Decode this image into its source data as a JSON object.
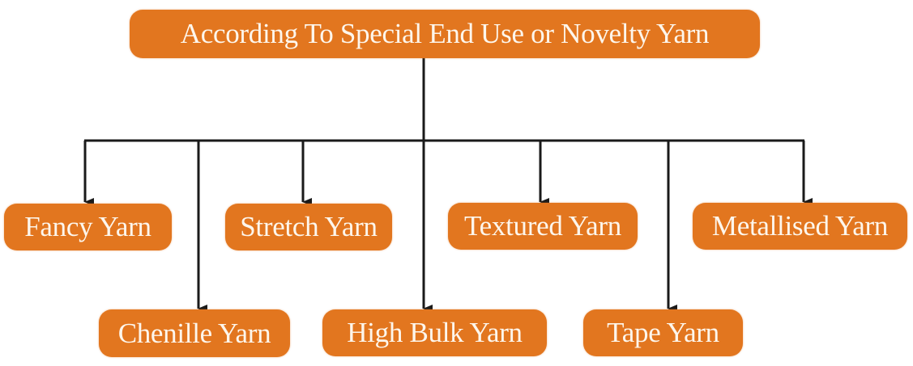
{
  "diagram": {
    "root": {
      "label": "According To Special End Use or Novelty Yarn"
    },
    "children": [
      {
        "label": "Fancy Yarn"
      },
      {
        "label": "Chenille Yarn"
      },
      {
        "label": "Stretch Yarn"
      },
      {
        "label": "High Bulk Yarn"
      },
      {
        "label": "Textured Yarn"
      },
      {
        "label": "Tape Yarn"
      },
      {
        "label": "Metallised Yarn"
      }
    ],
    "colors": {
      "node_fill": "#e2761f",
      "node_text": "#fdf6ec",
      "connector": "#1a1a1a"
    }
  }
}
